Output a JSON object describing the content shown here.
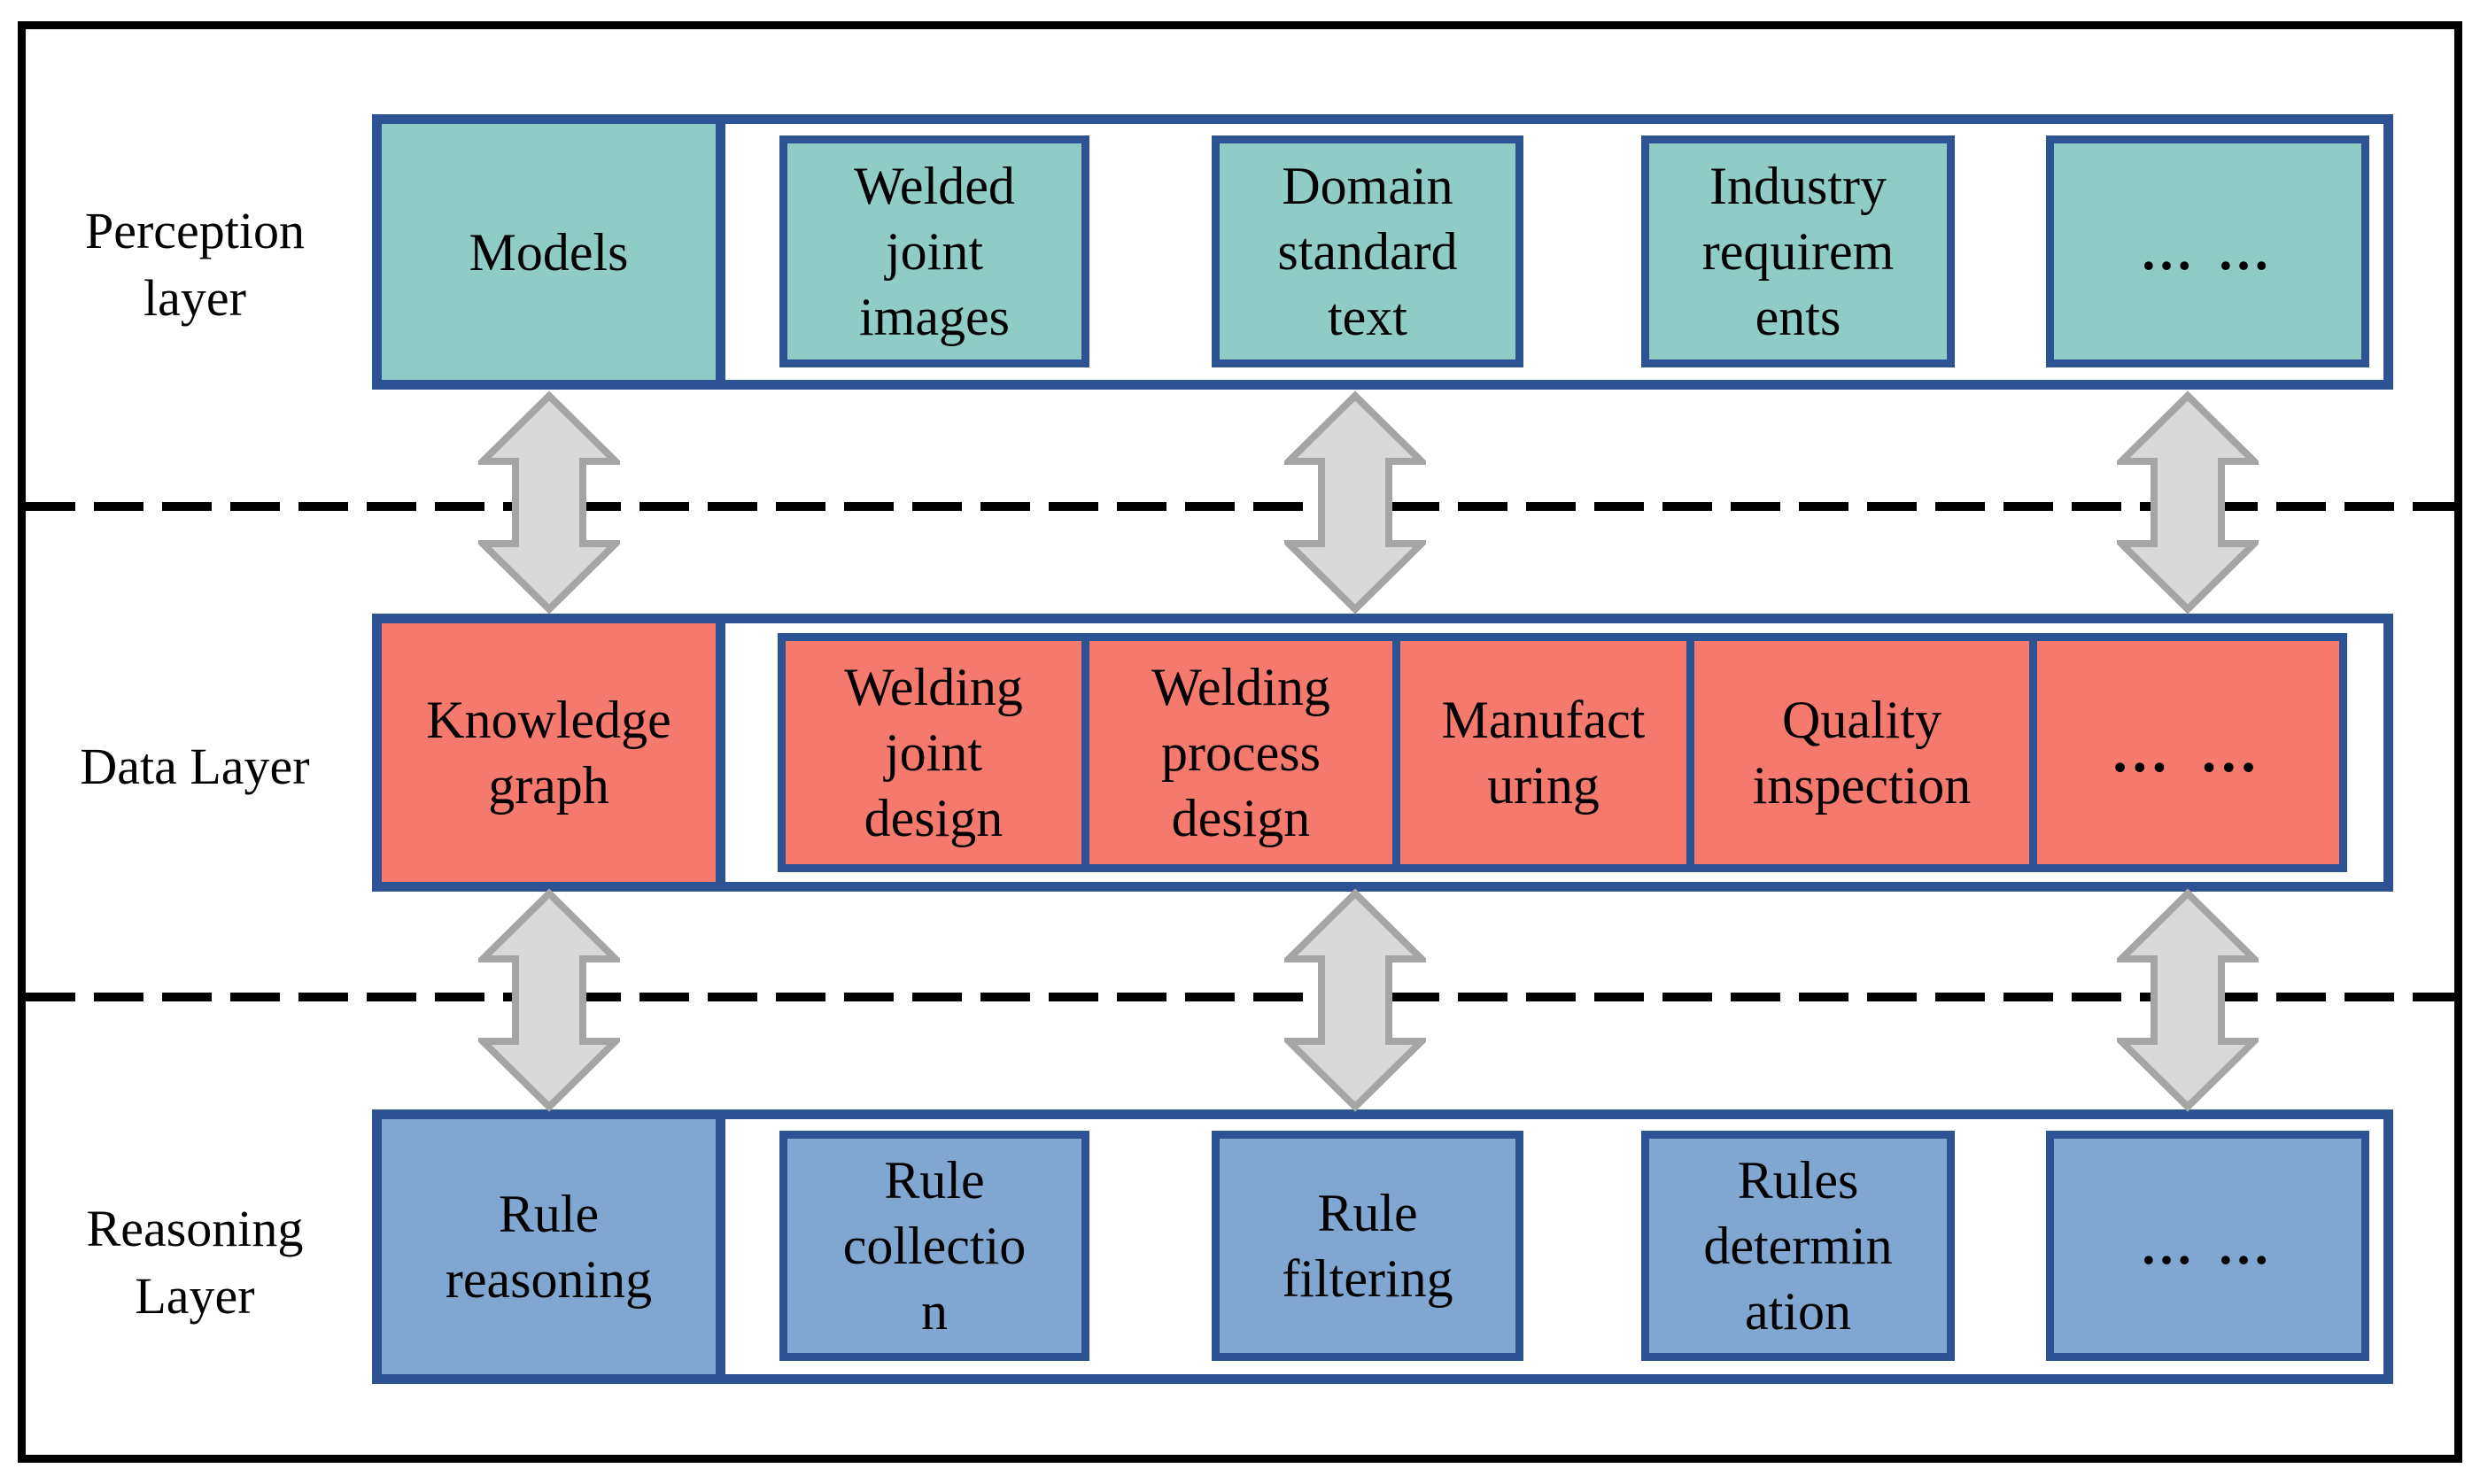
{
  "layers": [
    {
      "name": "perception",
      "label": "Perception\nlayer",
      "lead_box": "Models",
      "boxes": [
        "Welded\njoint\nimages",
        "Domain\nstandard\ntext",
        "Industry\nrequirem\nents",
        "… …"
      ]
    },
    {
      "name": "data",
      "label": "Data Layer",
      "lead_box": "Knowledge\ngraph",
      "boxes": [
        "Welding\njoint\ndesign",
        "Welding\nprocess\ndesign",
        "Manufact\nuring",
        "Quality\ninspection",
        "… …"
      ]
    },
    {
      "name": "reasoning",
      "label": "Reasoning\nLayer",
      "lead_box": "Rule\nreasoning",
      "boxes": [
        "Rule\ncollectio\nn",
        "Rule\nfiltering",
        "Rules\ndetermin\nation",
        "… …"
      ]
    }
  ],
  "colors": {
    "border_blue": "#2E5395",
    "perception_fill": "#8FCCC5",
    "data_fill": "#F5796C",
    "reasoning_fill": "#7FA7D2",
    "arrow_fill": "#D9D9D9",
    "arrow_stroke": "#A5A5A5",
    "frame_black": "#000000"
  }
}
